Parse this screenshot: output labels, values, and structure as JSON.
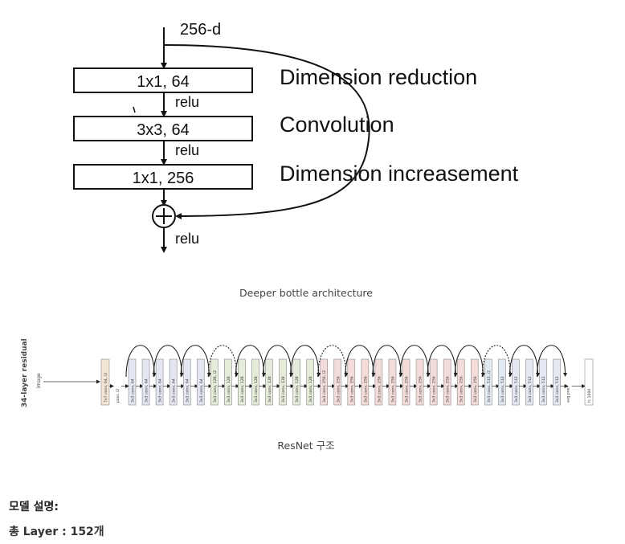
{
  "bottleneck": {
    "input_label": "256-d",
    "blocks": [
      {
        "text": "1x1, 64",
        "desc": "Dimension reduction"
      },
      {
        "text": "3x3, 64",
        "desc": "Convolution"
      },
      {
        "text": "1x1, 256",
        "desc": "Dimension increasement"
      }
    ],
    "relu_label": "relu",
    "add_symbol": "+"
  },
  "captions": {
    "bottleneck": "Deeper bottle architecture",
    "resnet": "ResNet 구조"
  },
  "resnet_diagram": {
    "title": "34-layer residual",
    "input_label": "image",
    "first_layer": "7x7 conv, 64, /2",
    "pool_label": "pool, /2",
    "layers": [
      "3x3 conv, 64",
      "3x3 conv, 64",
      "3x3 conv, 64",
      "3x3 conv, 64",
      "3x3 conv, 64",
      "3x3 conv, 64",
      "3x3 conv, 128, /2",
      "3x3 conv, 128",
      "3x3 conv, 128",
      "3x3 conv, 128",
      "3x3 conv, 128",
      "3x3 conv, 128",
      "3x3 conv, 128",
      "3x3 conv, 128",
      "3x3 conv, 256, /2",
      "3x3 conv, 256",
      "3x3 conv, 256",
      "3x3 conv, 256",
      "3x3 conv, 256",
      "3x3 conv, 256",
      "3x3 conv, 256",
      "3x3 conv, 256",
      "3x3 conv, 256",
      "3x3 conv, 256",
      "3x3 conv, 256",
      "3x3 conv, 256",
      "3x3 conv, 512, /2",
      "3x3 conv, 512",
      "3x3 conv, 512",
      "3x3 conv, 512",
      "3x3 conv, 512",
      "3x3 conv, 512"
    ],
    "end_pool": "avg pool",
    "fc": "fc 1000"
  },
  "model_description": {
    "heading": "모델 설명:",
    "layers_label": "총 Layer : ",
    "layers_value": "152개"
  }
}
